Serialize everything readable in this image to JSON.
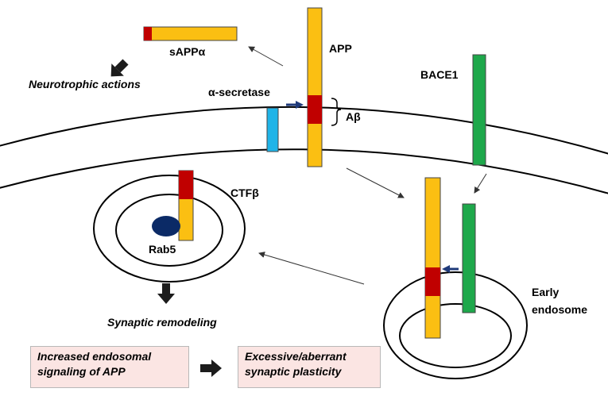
{
  "colors": {
    "app": "#fbbf12",
    "abeta": "#c00000",
    "bace1": "#1ea84b",
    "secretase": "#1fb4e8",
    "rab5": "#0b2a66",
    "arrow_blue": "#1f3a7a",
    "thick_arrow": "#1c1c1c",
    "box_fill": "#fbe5e3"
  },
  "labels": {
    "sappa": "sAPPα",
    "neurotrophic": "Neurotrophic actions",
    "app": "APP",
    "alpha_secretase": "α-secretase",
    "abeta": "Aβ",
    "bace1": "BACE1",
    "ctfb": "CTFβ",
    "rab5": "Rab5",
    "early": "Early",
    "endosome": "endosome",
    "synaptic_remodeling": "Synaptic  remodeling"
  },
  "boxes": {
    "left_line1": "Increased endosomal",
    "left_line2": "signaling of APP",
    "right_line1": "Excessive/aberrant",
    "right_line2": "synaptic plasticity"
  },
  "icons": {
    "big_arrow": "thick-arrow-icon",
    "thin_arrow": "thin-arrow-icon",
    "blue_arrow": "cleavage-arrow-icon"
  }
}
